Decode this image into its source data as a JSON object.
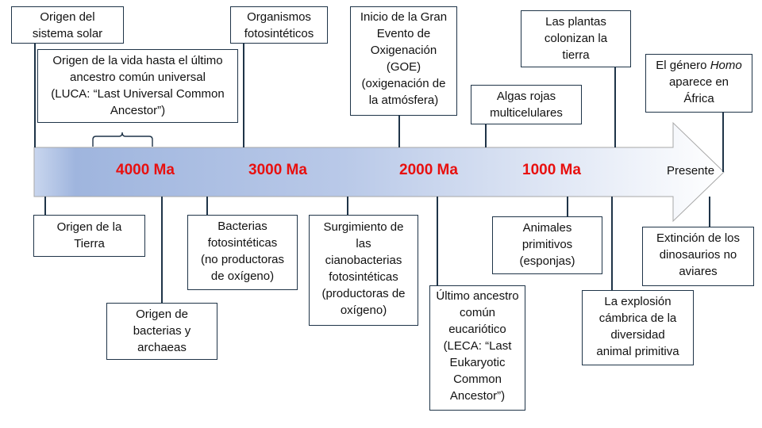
{
  "colors": {
    "accent": "#e8100f",
    "line": "#1f3448",
    "arrow_start": "#9fb5de",
    "arrow_end": "#ffffff"
  },
  "axis": {
    "ticks": [
      "4000 Ma",
      "3000 Ma",
      "2000 Ma",
      "1000 Ma"
    ],
    "end_label": "Presente"
  },
  "events_top": [
    {
      "id": "solar",
      "lines": [
        "Origen del",
        "sistema solar"
      ]
    },
    {
      "id": "luca",
      "lines": [
        "Origen de la vida hasta el último",
        "ancestro común universal",
        "(LUCA: “Last Universal Common",
        "Ancestor”)"
      ]
    },
    {
      "id": "photo",
      "lines": [
        "Organismos",
        "fotosintéticos"
      ]
    },
    {
      "id": "goe",
      "lines": [
        "Inicio de la Gran",
        "Evento de",
        "Oxigenación",
        "(GOE)",
        "(oxigenación de",
        "la atmósfera)"
      ]
    },
    {
      "id": "redalgae",
      "lines": [
        "Algas rojas",
        "multicelulares"
      ]
    },
    {
      "id": "plants",
      "lines": [
        "Las plantas",
        "colonizan la",
        "tierra"
      ]
    },
    {
      "id": "homo",
      "pre": "El género ",
      "italic": "Homo",
      "lines2": [
        "aparece en",
        "África"
      ]
    }
  ],
  "events_bottom": [
    {
      "id": "earth",
      "lines": [
        "Origen de la",
        "Tierra"
      ]
    },
    {
      "id": "archaea",
      "lines": [
        "Origen de",
        "bacterias y",
        "archaeas"
      ]
    },
    {
      "id": "anoxy",
      "lines": [
        "Bacterias",
        "fotosintéticas",
        "(no productoras",
        "de oxígeno)"
      ]
    },
    {
      "id": "cyano",
      "lines": [
        "Surgimiento de",
        "las",
        "cianobacterias",
        "fotosintéticas",
        "(productoras de",
        "oxígeno)"
      ]
    },
    {
      "id": "leca",
      "lines": [
        "Último ancestro",
        "común",
        "eucariótico",
        "(LECA: “Last",
        "Eukaryotic",
        "Common",
        "Ancestor”)"
      ]
    },
    {
      "id": "sponges",
      "lines": [
        "Animales",
        "primitivos",
        "(esponjas)"
      ]
    },
    {
      "id": "cambrian",
      "lines": [
        "La explosión",
        "cámbrica de la",
        "diversidad",
        "animal primitiva"
      ]
    },
    {
      "id": "dinos",
      "lines": [
        "Extinción de los",
        "dinosaurios no",
        "aviares"
      ]
    }
  ]
}
